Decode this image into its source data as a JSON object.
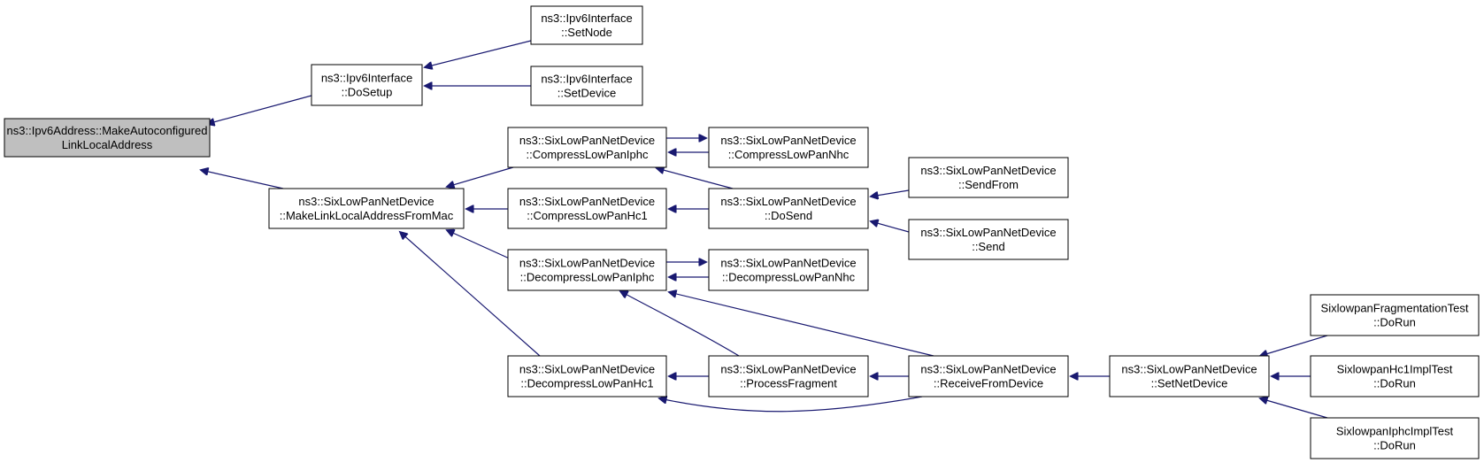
{
  "diagram": {
    "accent_color": "#191970",
    "root_fill": "#bfbfbf",
    "nodes": {
      "root": [
        "ns3::Ipv6Address::MakeAutoconfigured",
        "LinkLocalAddress"
      ],
      "ipv6if_dosetup": [
        "ns3::Ipv6Interface",
        "::DoSetup"
      ],
      "ipv6if_setnode": [
        "ns3::Ipv6Interface",
        "::SetNode"
      ],
      "ipv6if_setdevice": [
        "ns3::Ipv6Interface",
        "::SetDevice"
      ],
      "slp_makell": [
        "ns3::SixLowPanNetDevice",
        "::MakeLinkLocalAddressFromMac"
      ],
      "slp_compiphc": [
        "ns3::SixLowPanNetDevice",
        "::CompressLowPanIphc"
      ],
      "slp_comphc1": [
        "ns3::SixLowPanNetDevice",
        "::CompressLowPanHc1"
      ],
      "slp_decompiphc": [
        "ns3::SixLowPanNetDevice",
        "::DecompressLowPanIphc"
      ],
      "slp_decomphc1": [
        "ns3::SixLowPanNetDevice",
        "::DecompressLowPanHc1"
      ],
      "slp_compnhc": [
        "ns3::SixLowPanNetDevice",
        "::CompressLowPanNhc"
      ],
      "slp_dosend": [
        "ns3::SixLowPanNetDevice",
        "::DoSend"
      ],
      "slp_decompnhc": [
        "ns3::SixLowPanNetDevice",
        "::DecompressLowPanNhc"
      ],
      "slp_procfrag": [
        "ns3::SixLowPanNetDevice",
        "::ProcessFragment"
      ],
      "slp_sendfrom": [
        "ns3::SixLowPanNetDevice",
        "::SendFrom"
      ],
      "slp_send": [
        "ns3::SixLowPanNetDevice",
        "::Send"
      ],
      "slp_recvfrom": [
        "ns3::SixLowPanNetDevice",
        "::ReceiveFromDevice"
      ],
      "slp_setnetdev": [
        "ns3::SixLowPanNetDevice",
        "::SetNetDevice"
      ],
      "test_frag": [
        "SixlowpanFragmentationTest",
        "::DoRun"
      ],
      "test_hc1": [
        "SixlowpanHc1ImplTest",
        "::DoRun"
      ],
      "test_iphc": [
        "SixlowpanIphcImplTest",
        "::DoRun"
      ]
    },
    "edges": [
      {
        "from": "ipv6if_dosetup",
        "to": "root"
      },
      {
        "from": "slp_makell",
        "to": "root"
      },
      {
        "from": "ipv6if_setnode",
        "to": "ipv6if_dosetup"
      },
      {
        "from": "ipv6if_setdevice",
        "to": "ipv6if_dosetup"
      },
      {
        "from": "slp_compiphc",
        "to": "slp_makell"
      },
      {
        "from": "slp_comphc1",
        "to": "slp_makell"
      },
      {
        "from": "slp_decompiphc",
        "to": "slp_makell"
      },
      {
        "from": "slp_decomphc1",
        "to": "slp_makell"
      },
      {
        "from": "slp_compnhc",
        "to": "slp_compiphc"
      },
      {
        "from": "slp_compiphc",
        "to": "slp_compnhc"
      },
      {
        "from": "slp_dosend",
        "to": "slp_compiphc"
      },
      {
        "from": "slp_dosend",
        "to": "slp_comphc1"
      },
      {
        "from": "slp_decompnhc",
        "to": "slp_decompiphc"
      },
      {
        "from": "slp_decompiphc",
        "to": "slp_decompnhc"
      },
      {
        "from": "slp_procfrag",
        "to": "slp_decompiphc"
      },
      {
        "from": "slp_recvfrom",
        "to": "slp_decompiphc"
      },
      {
        "from": "slp_procfrag",
        "to": "slp_decomphc1"
      },
      {
        "from": "slp_recvfrom",
        "to": "slp_decomphc1"
      },
      {
        "from": "slp_sendfrom",
        "to": "slp_dosend"
      },
      {
        "from": "slp_send",
        "to": "slp_dosend"
      },
      {
        "from": "slp_recvfrom",
        "to": "slp_procfrag"
      },
      {
        "from": "slp_setnetdev",
        "to": "slp_recvfrom"
      },
      {
        "from": "test_frag",
        "to": "slp_setnetdev"
      },
      {
        "from": "test_hc1",
        "to": "slp_setnetdev"
      },
      {
        "from": "test_iphc",
        "to": "slp_setnetdev"
      }
    ]
  }
}
